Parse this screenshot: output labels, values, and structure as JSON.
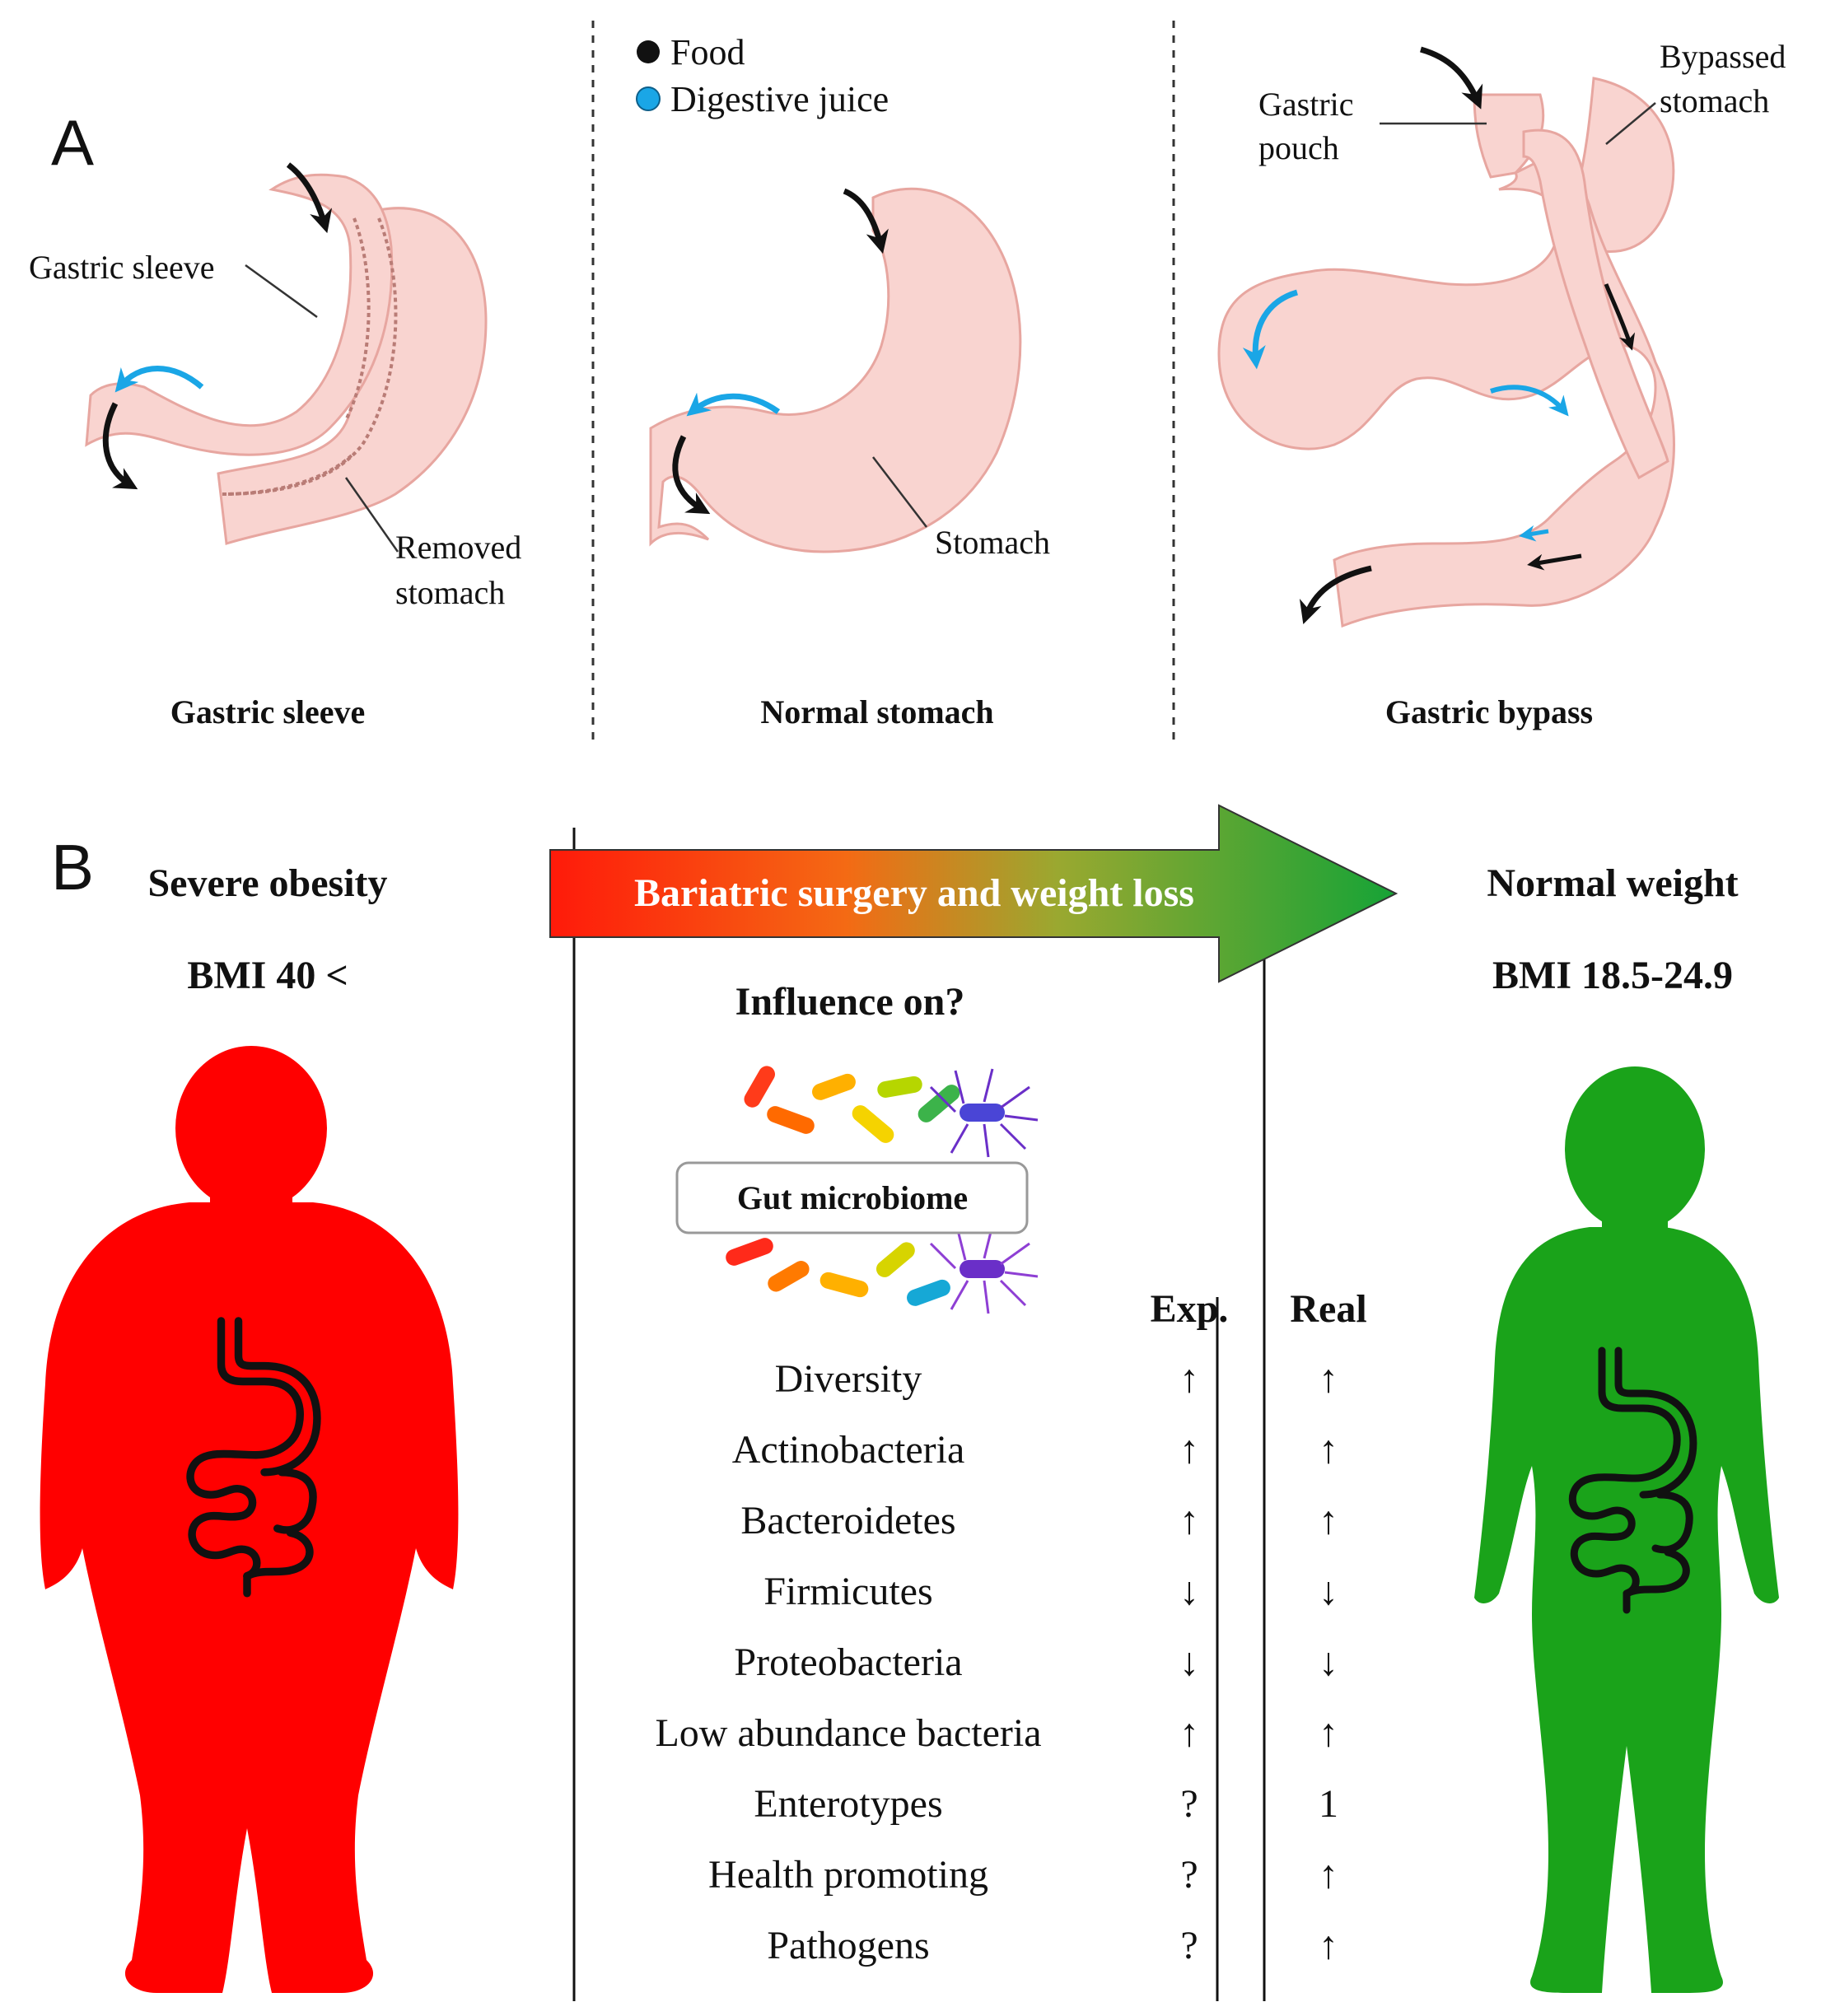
{
  "panel_a": {
    "label": "A",
    "legend": {
      "food": "Food",
      "juice": "Digestive juice"
    },
    "sleeve": {
      "caption": "Gastric sleeve",
      "label_sleeve": "Gastric sleeve",
      "label_removed_1": "Removed",
      "label_removed_2": "stomach"
    },
    "normal": {
      "caption": "Normal stomach",
      "label_stomach": "Stomach"
    },
    "bypass": {
      "caption": "Gastric bypass",
      "label_pouch_1": "Gastric",
      "label_pouch_2": "pouch",
      "label_bypassed_1": "Bypassed",
      "label_bypassed_2": "stomach"
    }
  },
  "panel_b": {
    "label": "B",
    "left": {
      "title": "Severe obesity",
      "bmi": "BMI 40 <"
    },
    "right": {
      "title": "Normal weight",
      "bmi": "BMI 18.5-24.9"
    },
    "arrow_text": "Bariatric surgery and weight loss",
    "influence": "Influence on?",
    "microbiome": "Gut microbiome",
    "col_exp": "Exp.",
    "col_real": "Real",
    "rows": [
      {
        "name": "Diversity",
        "exp": "↑",
        "real": "↑"
      },
      {
        "name": "Actinobacteria",
        "exp": "↑",
        "real": "↑"
      },
      {
        "name": "Bacteroidetes",
        "exp": "↑",
        "real": "↑"
      },
      {
        "name": "Firmicutes",
        "exp": "↓",
        "real": "↓"
      },
      {
        "name": "Proteobacteria",
        "exp": "↓",
        "real": "↓"
      },
      {
        "name": "Low abundance bacteria",
        "exp": "↑",
        "real": "↑"
      },
      {
        "name": "Enterotypes",
        "exp": "?",
        "real": "1"
      },
      {
        "name": "Health promoting",
        "exp": "?",
        "real": "↑"
      },
      {
        "name": "Pathogens",
        "exp": "?",
        "real": "↑"
      }
    ]
  },
  "colors": {
    "stomach_fill": "#f9d4d0",
    "stomach_stroke": "#e7a6a0",
    "juice_arrow": "#1aa6e6",
    "obese": "#ff0000",
    "normal": "#1aa31a",
    "arrow_start": "#ff1a0a",
    "arrow_end": "#16a336"
  }
}
